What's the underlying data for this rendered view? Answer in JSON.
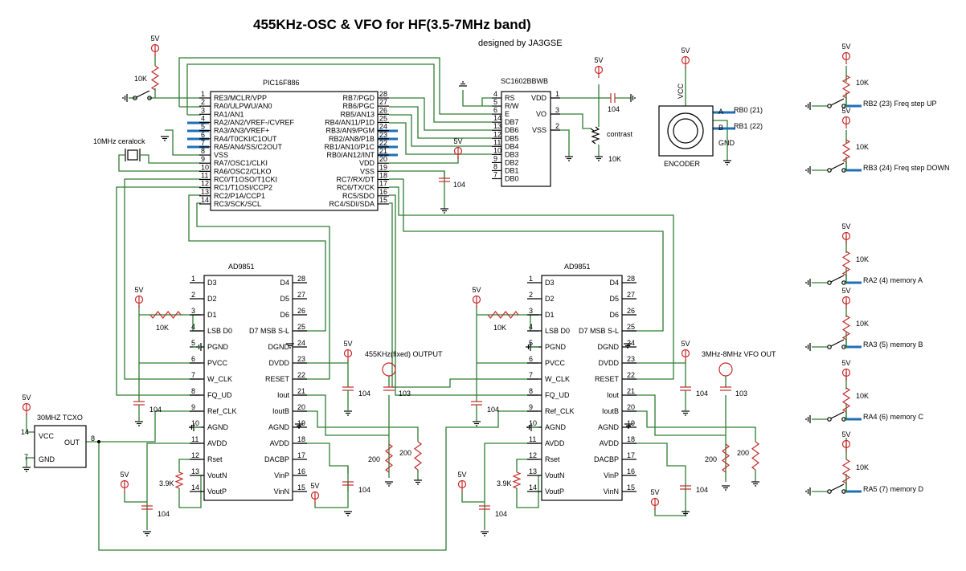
{
  "title": "455KHz-OSC & VFO for HF(3.5-7MHz band)",
  "designer": "designed by JA3GSE",
  "supply": "5V",
  "cap_104": "104",
  "cap_103": "103",
  "res_10k": "10K",
  "res_200": "200",
  "res_39k": "3.9K",
  "pic": {
    "name": "PIC16F886",
    "left_pins": [
      {
        "n": "1",
        "f": "RE3/MCLR/VPP"
      },
      {
        "n": "2",
        "f": "RA0/ULPWU/AN0"
      },
      {
        "n": "3",
        "f": "RA1/AN1"
      },
      {
        "n": "4",
        "f": "RA2/AN2/VREF-/CVREF"
      },
      {
        "n": "5",
        "f": "RA3/AN3/VREF+"
      },
      {
        "n": "6",
        "f": "RA4/T0CKI/C1OUT"
      },
      {
        "n": "7",
        "f": "RA5/AN4/SS/C2OUT"
      },
      {
        "n": "8",
        "f": "VSS"
      },
      {
        "n": "9",
        "f": "RA7/OSC1/CLKI"
      },
      {
        "n": "10",
        "f": "RA6/OSC2/CLKO"
      },
      {
        "n": "11",
        "f": "RC0/T1OSO/T1CKI"
      },
      {
        "n": "12",
        "f": "RC1/T1OSI/CCP2"
      },
      {
        "n": "13",
        "f": "RC2/P1A/CCP1"
      },
      {
        "n": "14",
        "f": "RC3/SCK/SCL"
      }
    ],
    "right_pins": [
      {
        "n": "28",
        "f": "RB7/PGD"
      },
      {
        "n": "27",
        "f": "RB6/PGC"
      },
      {
        "n": "26",
        "f": "RB5/AN13"
      },
      {
        "n": "25",
        "f": "RB4/AN11/P1D"
      },
      {
        "n": "24",
        "f": "RB3/AN9/PGM"
      },
      {
        "n": "23",
        "f": "RB2/AN8/P1B"
      },
      {
        "n": "22",
        "f": "RB1/AN10/P1C"
      },
      {
        "n": "21",
        "f": "RB0/AN12/INT"
      },
      {
        "n": "20",
        "f": "VDD"
      },
      {
        "n": "19",
        "f": "VSS"
      },
      {
        "n": "18",
        "f": "RC7/RX/DT"
      },
      {
        "n": "17",
        "f": "RC6/TX/CK"
      },
      {
        "n": "16",
        "f": "RC5/SDO"
      },
      {
        "n": "15",
        "f": "RC4/SDI/SDA"
      }
    ]
  },
  "lcd": {
    "name": "SC1602BBWB",
    "left_pins": [
      {
        "n": "4",
        "f": "RS"
      },
      {
        "n": "5",
        "f": "R/W"
      },
      {
        "n": "6",
        "f": "E"
      },
      {
        "n": "14",
        "f": "DB7"
      },
      {
        "n": "13",
        "f": "DB6"
      },
      {
        "n": "12",
        "f": "DB5"
      },
      {
        "n": "11",
        "f": "DB4"
      },
      {
        "n": "10",
        "f": "DB3"
      },
      {
        "n": "9",
        "f": "DB2"
      },
      {
        "n": "8",
        "f": "DB1"
      },
      {
        "n": "7",
        "f": "DB0"
      }
    ],
    "right_pins": [
      {
        "n": "1",
        "f": "VDD"
      },
      {
        "n": "3",
        "f": "VO"
      },
      {
        "n": "2",
        "f": "VSS"
      }
    ],
    "contrast": "contrast"
  },
  "ceralock": "10MHz ceralock",
  "encoder": {
    "label": "ENCODER",
    "vcc": "VCC",
    "a": "A",
    "b": "B",
    "gnd": "GND",
    "rb0": "RB0 (21)",
    "rb1": "RB1 (22)"
  },
  "switches": [
    {
      "label": "RB2 (23) Freq step UP"
    },
    {
      "label": "RB3 (24) Freq step DOWN"
    },
    {
      "label": "RA2 (4) memory A"
    },
    {
      "label": "RA3 (5) memory B"
    },
    {
      "label": "RA4 (6) memory C"
    },
    {
      "label": "RA5 (7) memory D"
    }
  ],
  "dds": {
    "name": "AD9851",
    "left_pins": [
      {
        "n": "1",
        "f": "D3"
      },
      {
        "n": "2",
        "f": "D2"
      },
      {
        "n": "3",
        "f": "D1"
      },
      {
        "n": "4",
        "f": "LSB D0"
      },
      {
        "n": "5",
        "f": "PGND"
      },
      {
        "n": "6",
        "f": "PVCC"
      },
      {
        "n": "7",
        "f": "W_CLK"
      },
      {
        "n": "8",
        "f": "FQ_UD"
      },
      {
        "n": "9",
        "f": "Ref_CLK"
      },
      {
        "n": "10",
        "f": "AGND"
      },
      {
        "n": "11",
        "f": "AVDD"
      },
      {
        "n": "12",
        "f": "Rset"
      },
      {
        "n": "13",
        "f": "VoutN"
      },
      {
        "n": "14",
        "f": "VoutP"
      }
    ],
    "right_pins": [
      {
        "n": "28",
        "f": "D4"
      },
      {
        "n": "27",
        "f": "D5"
      },
      {
        "n": "26",
        "f": "D6"
      },
      {
        "n": "25",
        "f": "D7 MSB S-L"
      },
      {
        "n": "24",
        "f": "DGND"
      },
      {
        "n": "23",
        "f": "DVDD"
      },
      {
        "n": "22",
        "f": "RESET"
      },
      {
        "n": "21",
        "f": "Iout"
      },
      {
        "n": "20",
        "f": "IoutB"
      },
      {
        "n": "19",
        "f": "AGND"
      },
      {
        "n": "18",
        "f": "AVDD"
      },
      {
        "n": "17",
        "f": "DACBP"
      },
      {
        "n": "16",
        "f": "VinP"
      },
      {
        "n": "15",
        "f": "VinN"
      }
    ]
  },
  "out1": "455KHz(fixed) OUTPUT",
  "out2": "3MHz-8MHz VFO OUT",
  "tcxo": {
    "name": "30MHZ TCXO",
    "vcc": "VCC",
    "gnd": "GND",
    "out": "OUT",
    "p14": "14",
    "p7": "7",
    "p8": "8"
  }
}
